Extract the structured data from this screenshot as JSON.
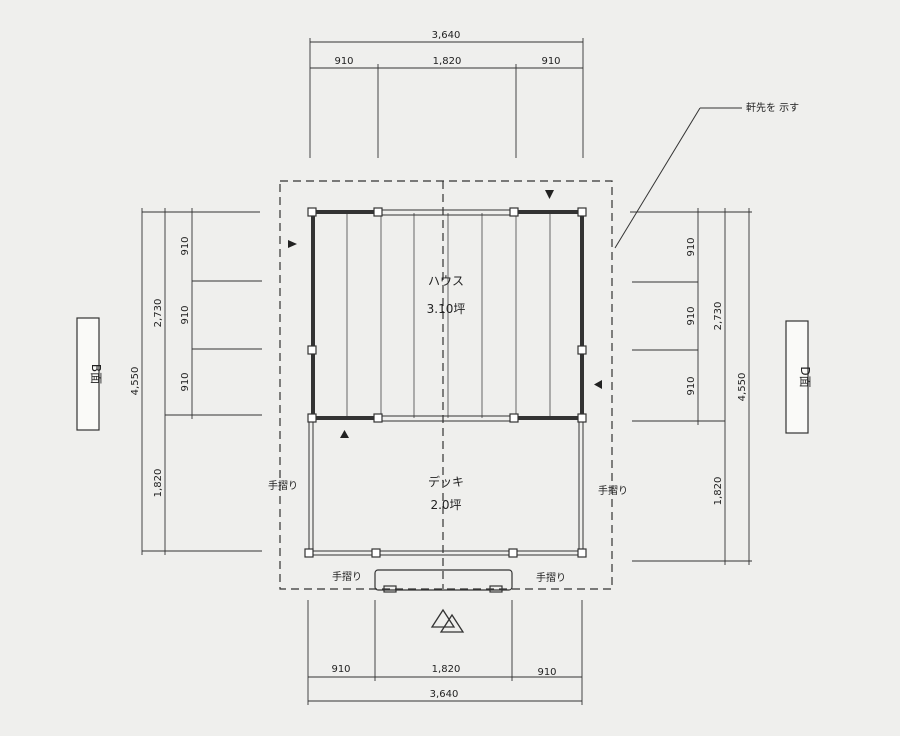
{
  "dimensions": {
    "top_total": "3,640",
    "top_left": "910",
    "top_mid": "1,820",
    "top_right": "910",
    "bottom_left": "910",
    "bottom_mid": "1,820",
    "bottom_right": "910",
    "bottom_total": "3,640",
    "left_overall": "4,550",
    "left_house": "2,730",
    "left_seg1": "910",
    "left_seg2": "910",
    "left_seg3": "910",
    "left_deck": "1,820",
    "right_seg1": "910",
    "right_seg2": "910",
    "right_seg3": "910",
    "right_house": "2,730",
    "right_overall": "4,550",
    "right_deck": "1,820"
  },
  "labels": {
    "eaves_note": "軒先を 示す",
    "house_name": "ハウス",
    "house_area": "3.10坪",
    "deck_name": "デッキ",
    "deck_area": "2.0坪",
    "handrail_left": "手摺り",
    "handrail_right": "手摺り",
    "handrail_bottom_left": "手摺り",
    "handrail_bottom_right": "手摺り",
    "side_b": "B面",
    "side_d": "D面"
  }
}
